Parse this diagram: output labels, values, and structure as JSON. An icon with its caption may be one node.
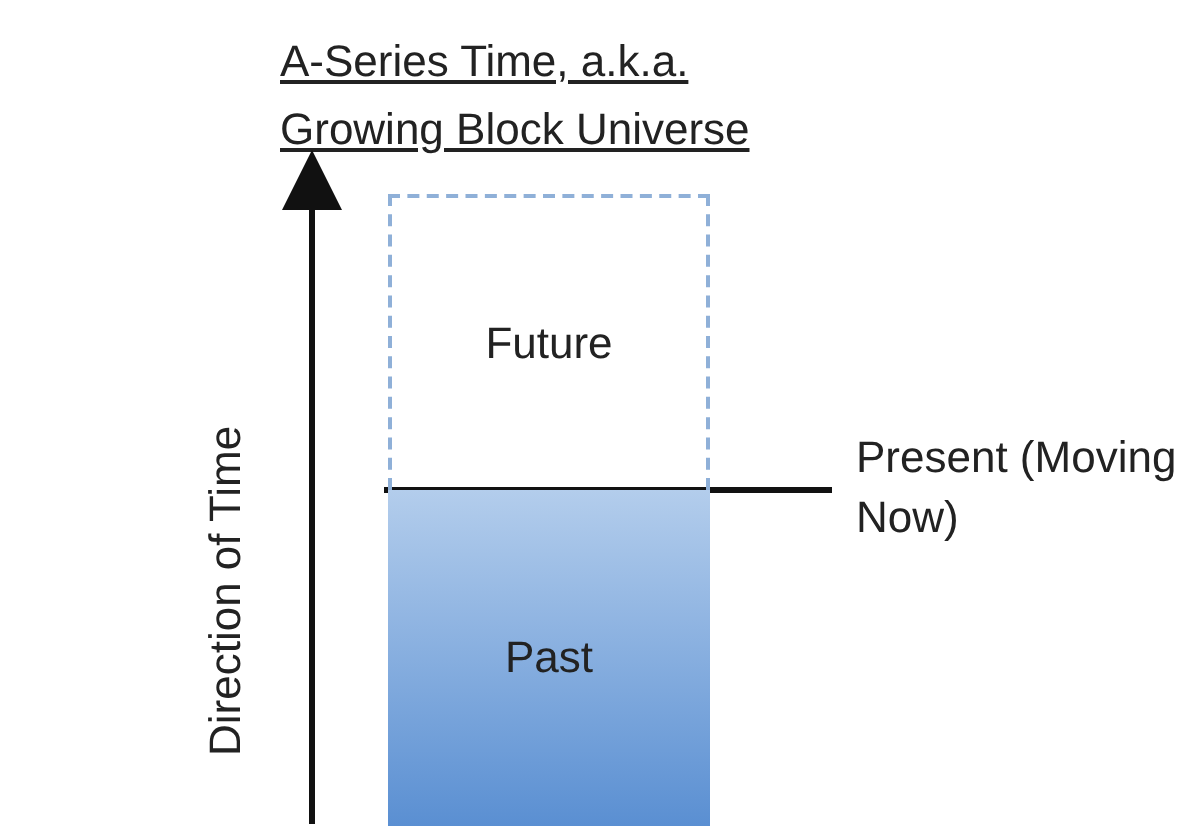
{
  "diagram": {
    "title": "A-Series Time, a.k.a. Growing Block Universe",
    "nodes": [
      {
        "text": [
          "Future"
        ]
      },
      {
        "text": [
          "Past"
        ]
      }
    ],
    "labels": [
      "Direction of Time",
      "Present (Moving Now)"
    ]
  }
}
